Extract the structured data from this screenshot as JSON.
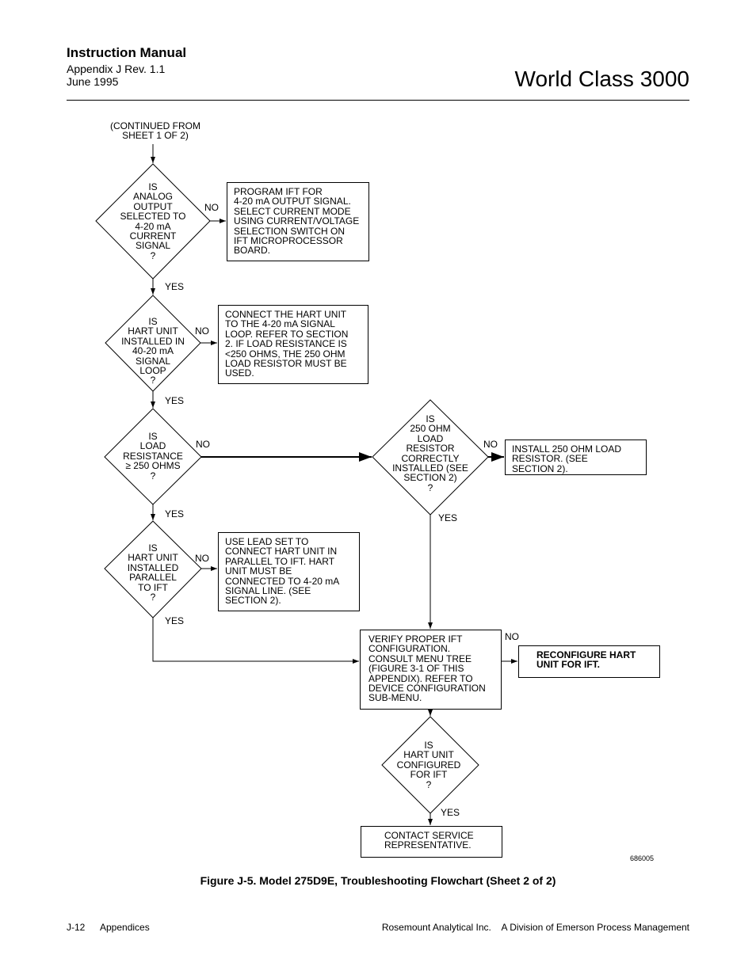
{
  "header": {
    "manual": "Instruction Manual",
    "appendix": "Appendix J  Rev. 1.1",
    "date": "June 1995",
    "product": "World Class 3000"
  },
  "flowchart": {
    "start": "(CONTINUED  FROM\nSHEET  1  OF  2)",
    "d1": "IS\nANALOG\nOUTPUT\nSELECTED  TO\n4-20  mA\nCURRENT\nSIGNAL\n?",
    "b1": "PROGRAM  IFT  FOR\n4-20  mA  OUTPUT  SIGNAL.\nSELECT  CURRENT  MODE\nUSING  CURRENT/VOLTAGE\nSELECTION  SWITCH  ON\nIFT  MICROPROCESSOR\nBOARD.",
    "d2": "IS\nHART  UNIT\nINSTALLED  IN\n40-20  mA\nSIGNAL\nLOOP\n?",
    "b2": "CONNECT  THE  HART  UNIT\nTO  THE  4-20  mA  SIGNAL\nLOOP.  REFER  TO  SECTION\n2.  IF  LOAD  RESISTANCE  IS\n<250  OHMS,  THE  250  OHM\nLOAD  RESISTOR  MUST  BE\nUSED.",
    "d3": "IS\nLOAD\nRESISTANCE\n≥ 250  OHMS\n?",
    "d4": "IS\n250  OHM\nLOAD\nRESISTOR\nCORRECTLY\nINSTALLED  (SEE\nSECTION 2)\n?",
    "b4": "INSTALL  250  OHM  LOAD\nRESISTOR.  (SEE\nSECTION  2).",
    "d5": "IS\nHART  UNIT\nINSTALLED\nPARALLEL\nTO  IFT\n?",
    "b5": "USE  LEAD  SET  TO\nCONNECT  HART  UNIT  IN\nPARALLEL  TO  IFT.  HART\nUNIT  MUST  BE\nCONNECTED  TO  4-20  mA\nSIGNAL  LINE.  (SEE\nSECTION  2).",
    "b6": "VERIFY  PROPER  IFT\nCONFIGURATION.\nCONSULT  MENU  TREE\n(FIGURE  3-1  OF  THIS\nAPPENDIX).  REFER  TO\nDEVICE  CONFIGURATION\nSUB-MENU.",
    "b7": "RECONFIGURE  HART\nUNIT  FOR  IFT.",
    "d6": "IS\nHART  UNIT\nCONFIGURED\nFOR  IFT\n?",
    "b8": "CONTACT  SERVICE\nREPRESENTATIVE.",
    "yes": "YES",
    "no": "NO",
    "figure_id": "686005"
  },
  "caption": "Figure J-5.  Model 275D9E, Troubleshooting Flowchart (Sheet 2 of 2)",
  "footer": {
    "page": "J-12",
    "section": "Appendices",
    "company": "Rosemount Analytical Inc.    A Division of Emerson Process Management"
  }
}
